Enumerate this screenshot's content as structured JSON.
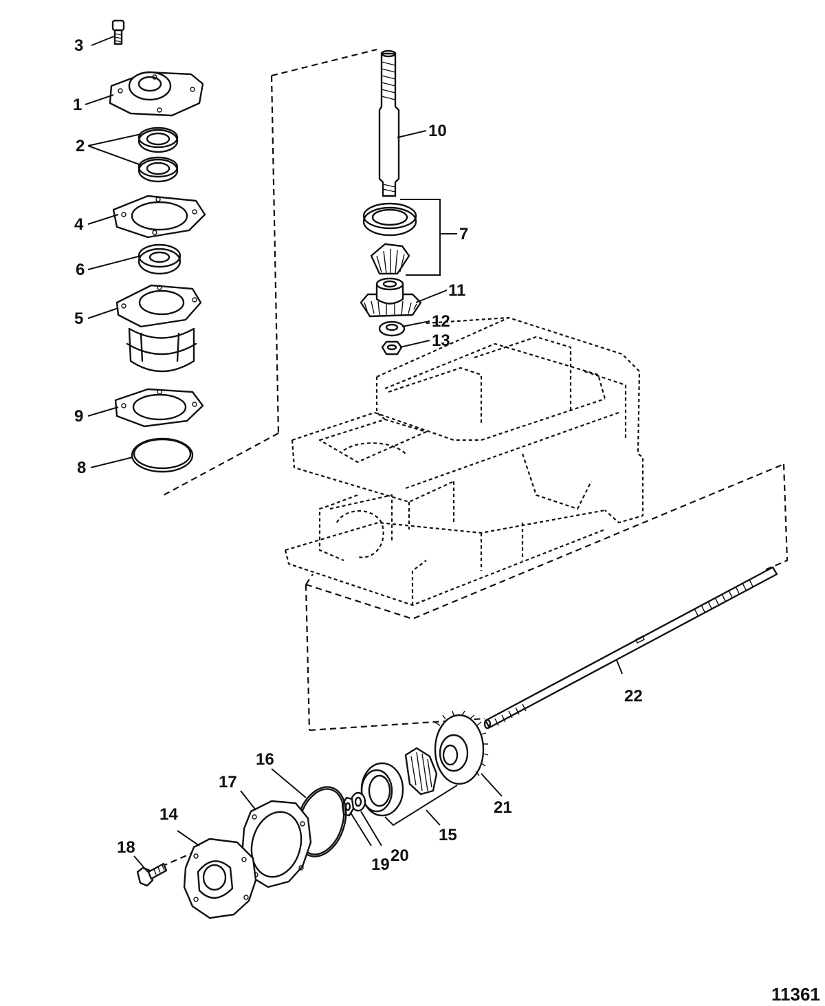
{
  "figure_number": "11361",
  "callouts": {
    "c1": "1",
    "c2": "2",
    "c3": "3",
    "c4": "4",
    "c5": "5",
    "c6": "6",
    "c7": "7",
    "c8": "8",
    "c9": "9",
    "c10": "10",
    "c11": "11",
    "c12": "12",
    "c13": "13",
    "c14": "14",
    "c15": "15",
    "c16": "16",
    "c17": "17",
    "c18": "18",
    "c19": "19",
    "c20": "20",
    "c21": "21",
    "c22": "22"
  }
}
